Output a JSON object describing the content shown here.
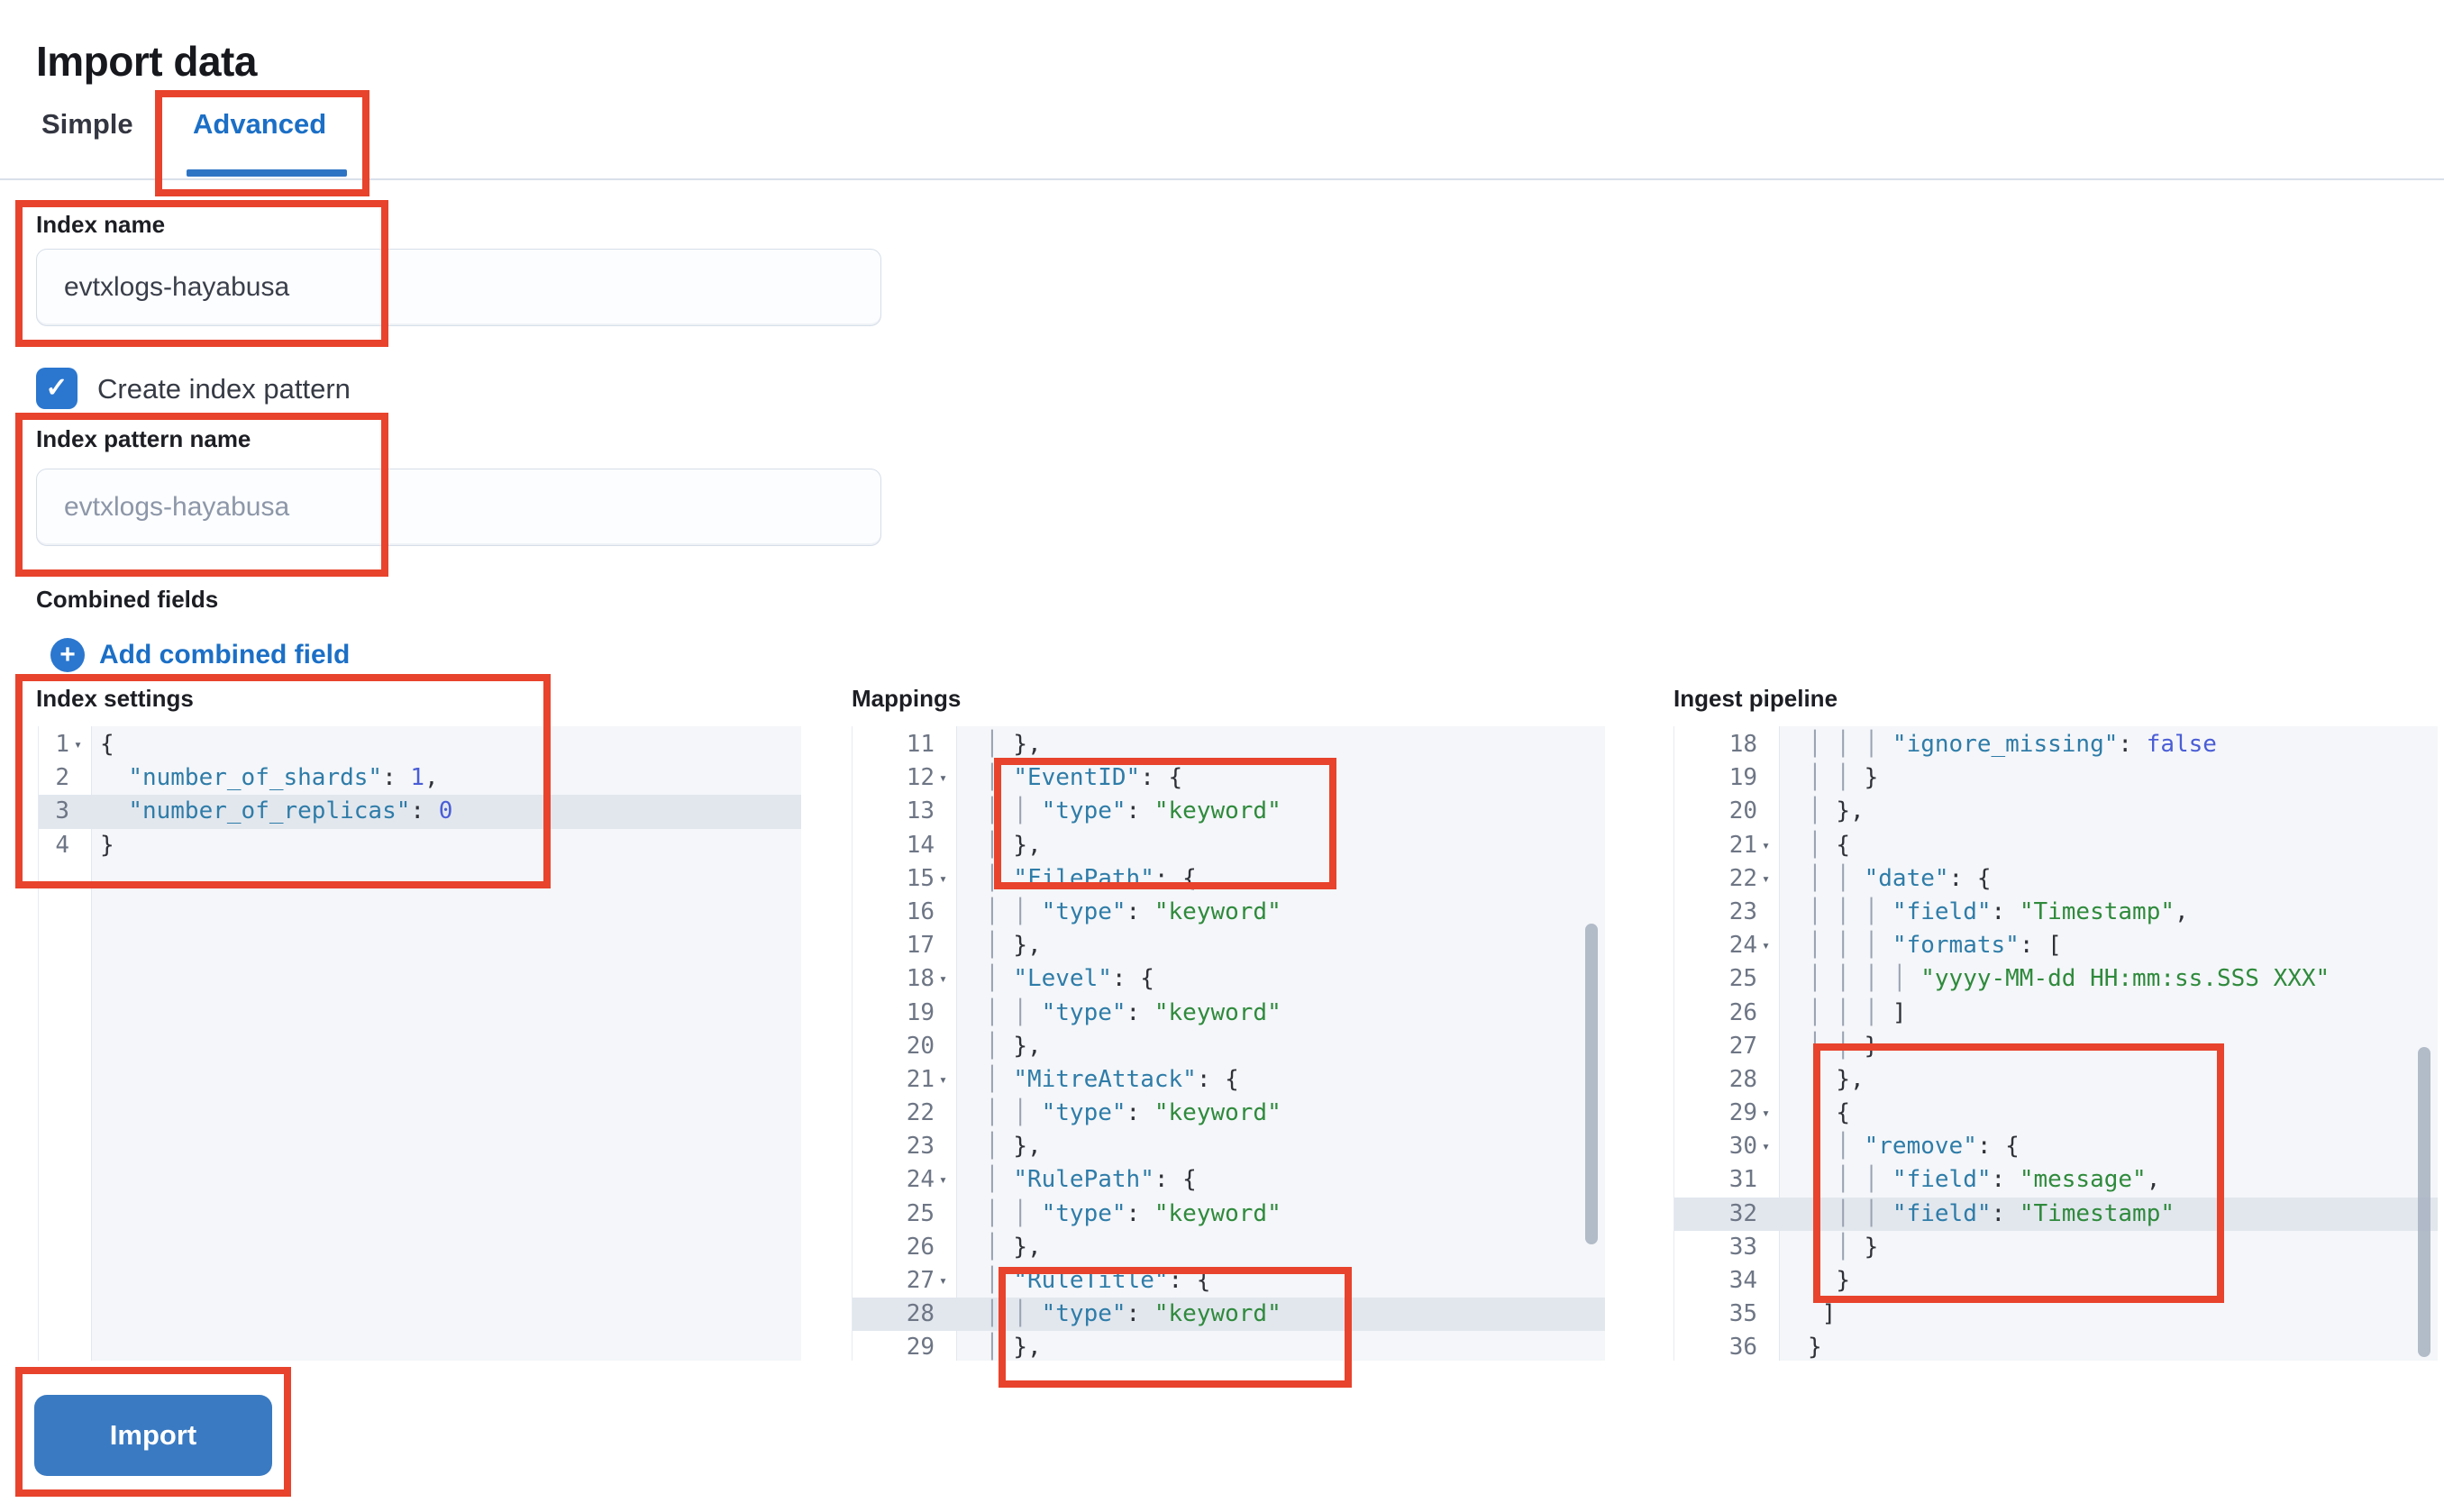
{
  "header": {
    "title": "Import data"
  },
  "tabs": {
    "simple_label": "Simple",
    "advanced_label": "Advanced",
    "selected": "Advanced"
  },
  "form": {
    "index_name": {
      "label": "Index name",
      "value": "evtxlogs-hayabusa"
    },
    "create_index_pattern": {
      "label": "Create index pattern",
      "checked": true,
      "check_icon": "✓"
    },
    "index_pattern_name": {
      "label": "Index pattern name",
      "placeholder": "evtxlogs-hayabusa"
    },
    "combined_fields": {
      "label": "Combined fields",
      "add_link_label": "Add combined field",
      "plus_icon": "+"
    }
  },
  "editors": [
    {
      "id": "index-settings",
      "heading": "Index settings",
      "lines": [
        {
          "n": "1",
          "fold": true,
          "t": [
            [
              "p",
              "{"
            ]
          ]
        },
        {
          "n": "2",
          "t": [
            [
              "p",
              "  "
            ],
            [
              "k",
              "\"number_of_shards\""
            ],
            [
              "p",
              ": "
            ],
            [
              "n",
              "1"
            ],
            [
              "p",
              ","
            ]
          ]
        },
        {
          "n": "3",
          "active": true,
          "t": [
            [
              "p",
              "  "
            ],
            [
              "k",
              "\"number_of_replicas\""
            ],
            [
              "p",
              ": "
            ],
            [
              "n",
              "0"
            ]
          ]
        },
        {
          "n": "4",
          "t": [
            [
              "p",
              "}"
            ]
          ]
        }
      ]
    },
    {
      "id": "mappings",
      "heading": "Mappings",
      "lines": [
        {
          "n": "11",
          "t": [
            [
              "g",
              "│ "
            ],
            [
              "p",
              "},"
            ]
          ]
        },
        {
          "n": "12",
          "fold": true,
          "t": [
            [
              "g",
              "│ "
            ],
            [
              "k",
              "\"EventID\""
            ],
            [
              "p",
              ": {"
            ]
          ]
        },
        {
          "n": "13",
          "t": [
            [
              "g",
              "│ │ "
            ],
            [
              "k",
              "\"type\""
            ],
            [
              "p",
              ": "
            ],
            [
              "s",
              "\"keyword\""
            ]
          ]
        },
        {
          "n": "14",
          "t": [
            [
              "g",
              "│ "
            ],
            [
              "p",
              "},"
            ]
          ]
        },
        {
          "n": "15",
          "fold": true,
          "t": [
            [
              "g",
              "│ "
            ],
            [
              "k",
              "\"FilePath\""
            ],
            [
              "p",
              ": {"
            ]
          ]
        },
        {
          "n": "16",
          "t": [
            [
              "g",
              "│ │ "
            ],
            [
              "k",
              "\"type\""
            ],
            [
              "p",
              ": "
            ],
            [
              "s",
              "\"keyword\""
            ]
          ]
        },
        {
          "n": "17",
          "t": [
            [
              "g",
              "│ "
            ],
            [
              "p",
              "},"
            ]
          ]
        },
        {
          "n": "18",
          "fold": true,
          "t": [
            [
              "g",
              "│ "
            ],
            [
              "k",
              "\"Level\""
            ],
            [
              "p",
              ": {"
            ]
          ]
        },
        {
          "n": "19",
          "t": [
            [
              "g",
              "│ │ "
            ],
            [
              "k",
              "\"type\""
            ],
            [
              "p",
              ": "
            ],
            [
              "s",
              "\"keyword\""
            ]
          ]
        },
        {
          "n": "20",
          "t": [
            [
              "g",
              "│ "
            ],
            [
              "p",
              "},"
            ]
          ]
        },
        {
          "n": "21",
          "fold": true,
          "t": [
            [
              "g",
              "│ "
            ],
            [
              "k",
              "\"MitreAttack\""
            ],
            [
              "p",
              ": {"
            ]
          ]
        },
        {
          "n": "22",
          "t": [
            [
              "g",
              "│ │ "
            ],
            [
              "k",
              "\"type\""
            ],
            [
              "p",
              ": "
            ],
            [
              "s",
              "\"keyword\""
            ]
          ]
        },
        {
          "n": "23",
          "t": [
            [
              "g",
              "│ "
            ],
            [
              "p",
              "},"
            ]
          ]
        },
        {
          "n": "24",
          "fold": true,
          "t": [
            [
              "g",
              "│ "
            ],
            [
              "k",
              "\"RulePath\""
            ],
            [
              "p",
              ": {"
            ]
          ]
        },
        {
          "n": "25",
          "t": [
            [
              "g",
              "│ │ "
            ],
            [
              "k",
              "\"type\""
            ],
            [
              "p",
              ": "
            ],
            [
              "s",
              "\"keyword\""
            ]
          ]
        },
        {
          "n": "26",
          "t": [
            [
              "g",
              "│ "
            ],
            [
              "p",
              "},"
            ]
          ]
        },
        {
          "n": "27",
          "fold": true,
          "t": [
            [
              "g",
              "│ "
            ],
            [
              "k",
              "\"RuleTitle\""
            ],
            [
              "p",
              ": {"
            ]
          ]
        },
        {
          "n": "28",
          "active": true,
          "t": [
            [
              "g",
              "│ │ "
            ],
            [
              "k",
              "\"type\""
            ],
            [
              "p",
              ": "
            ],
            [
              "s",
              "\"keyword\""
            ]
          ]
        },
        {
          "n": "29",
          "t": [
            [
              "g",
              "│ "
            ],
            [
              "p",
              "},"
            ]
          ]
        }
      ]
    },
    {
      "id": "ingest-pipeline",
      "heading": "Ingest pipeline",
      "lines": [
        {
          "n": "18",
          "t": [
            [
              "g",
              "│ │ │ "
            ],
            [
              "k",
              "\"ignore_missing\""
            ],
            [
              "p",
              ": "
            ],
            [
              "n",
              "false"
            ]
          ]
        },
        {
          "n": "19",
          "t": [
            [
              "g",
              "│ │ "
            ],
            [
              "p",
              "}"
            ]
          ]
        },
        {
          "n": "20",
          "t": [
            [
              "g",
              "│ "
            ],
            [
              "p",
              "},"
            ]
          ]
        },
        {
          "n": "21",
          "fold": true,
          "t": [
            [
              "g",
              "│ "
            ],
            [
              "p",
              "{"
            ]
          ]
        },
        {
          "n": "22",
          "fold": true,
          "t": [
            [
              "g",
              "│ │ "
            ],
            [
              "k",
              "\"date\""
            ],
            [
              "p",
              ": {"
            ]
          ]
        },
        {
          "n": "23",
          "t": [
            [
              "g",
              "│ │ │ "
            ],
            [
              "k",
              "\"field\""
            ],
            [
              "p",
              ": "
            ],
            [
              "s",
              "\"Timestamp\""
            ],
            [
              "p",
              ","
            ]
          ]
        },
        {
          "n": "24",
          "fold": true,
          "t": [
            [
              "g",
              "│ │ │ "
            ],
            [
              "k",
              "\"formats\""
            ],
            [
              "p",
              ": ["
            ]
          ]
        },
        {
          "n": "25",
          "t": [
            [
              "g",
              "│ │ │ │ "
            ],
            [
              "s",
              "\"yyyy-MM-dd HH:mm:ss.SSS XXX\""
            ]
          ]
        },
        {
          "n": "26",
          "t": [
            [
              "g",
              "│ │ │ "
            ],
            [
              "p",
              "]"
            ]
          ]
        },
        {
          "n": "27",
          "t": [
            [
              "g",
              "│ │ "
            ],
            [
              "p",
              "}"
            ]
          ]
        },
        {
          "n": "28",
          "t": [
            [
              "g",
              "│ "
            ],
            [
              "p",
              "},"
            ]
          ]
        },
        {
          "n": "29",
          "fold": true,
          "t": [
            [
              "g",
              "│ "
            ],
            [
              "p",
              "{"
            ]
          ]
        },
        {
          "n": "30",
          "fold": true,
          "t": [
            [
              "g",
              "│ │ "
            ],
            [
              "k",
              "\"remove\""
            ],
            [
              "p",
              ": {"
            ]
          ]
        },
        {
          "n": "31",
          "t": [
            [
              "g",
              "│ │ │ "
            ],
            [
              "k",
              "\"field\""
            ],
            [
              "p",
              ": "
            ],
            [
              "s",
              "\"message\""
            ],
            [
              "p",
              ","
            ]
          ]
        },
        {
          "n": "32",
          "active": true,
          "t": [
            [
              "g",
              "│ │ │ "
            ],
            [
              "k",
              "\"field\""
            ],
            [
              "p",
              ": "
            ],
            [
              "s",
              "\"Timestamp\""
            ]
          ]
        },
        {
          "n": "33",
          "t": [
            [
              "g",
              "│ │ "
            ],
            [
              "p",
              "}"
            ]
          ]
        },
        {
          "n": "34",
          "t": [
            [
              "g",
              "│ "
            ],
            [
              "p",
              "}"
            ]
          ]
        },
        {
          "n": "35",
          "t": [
            [
              "p",
              " ]"
            ]
          ]
        },
        {
          "n": "36",
          "t": [
            [
              "p",
              "}"
            ]
          ]
        }
      ]
    }
  ],
  "import_button": {
    "label": "Import"
  },
  "colors": {
    "accent_blue": "#1b6fc6",
    "button_blue": "#3a7ac2",
    "checkbox_blue": "#2b77cf",
    "annotation_red": "#e8432c",
    "code_key": "#2f7ca8",
    "code_string": "#2f8a3c",
    "code_number_bool": "#4a5dd6",
    "active_line_bg": "#e2e7ee",
    "editor_bg": "#f4f6f9"
  }
}
